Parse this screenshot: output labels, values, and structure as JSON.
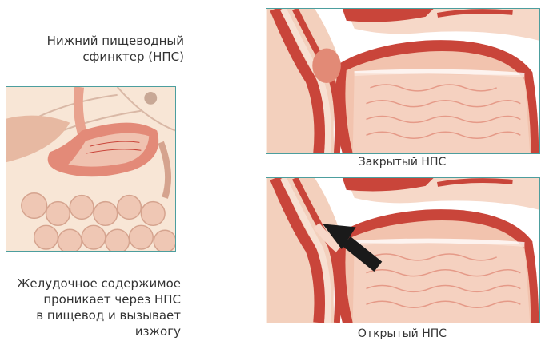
{
  "les_label": {
    "line1": "Нижний пищеводный",
    "line2": "сфинктер (НПС)"
  },
  "effect_text": {
    "line1": "Желудочное содержимое",
    "line2": "проникает через НПС",
    "line3": "в пищевод и вызывает",
    "line4": "изжогу"
  },
  "captions": {
    "closed": "Закрытый НПС",
    "open": "Открытый НПС"
  },
  "colors": {
    "frame_border": "#4c9e9e",
    "tissue_dark": "#c9453a",
    "tissue_light": "#f2c3ae",
    "arrow": "#1a1a1a"
  },
  "icons": {
    "body_overview": "torso-stomach-illustration",
    "closed_view": "stomach-closed-les-illustration",
    "open_view": "stomach-open-les-illustration",
    "reflux_arrow": "reflux-arrow-icon"
  }
}
